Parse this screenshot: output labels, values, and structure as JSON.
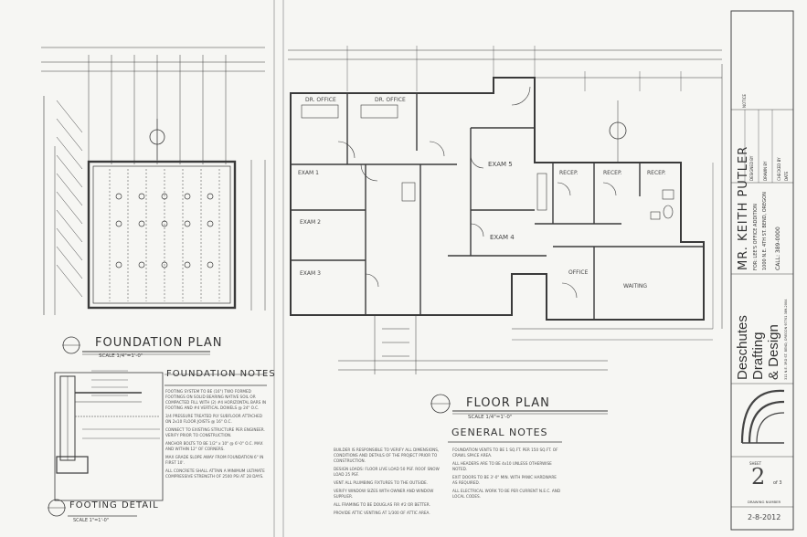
{
  "foundation": {
    "title": "FOUNDATION PLAN",
    "scale": "SCALE 1/4\"=1'-0\"",
    "notes_title": "FOUNDATION NOTES",
    "notes": [
      "FOOTING SYSTEM TO BE (16\") TWO FORMED FOOTINGS ON SOLID BEARING NATIVE SOIL OR COMPACTED FILL WITH (2) #4 HORIZONTAL BARS IN FOOTING AND #4 VERTICAL DOWELS @ 24\" O.C.",
      "3/4 PRESSURE TREATED PLY SUBFLOOR ATTACHED ON 2x10 FLOOR JOISTS @ 16\" O.C.",
      "CONNECT TO EXISTING STRUCTURE PER ENGINEER. VERIFY PRIOR TO CONSTRUCTION.",
      "ANCHOR BOLTS TO BE 1/2\" x 10\" @ 6'-0\" O.C. MAX AND WITHIN 12\" OF CORNERS.",
      "MAX GRADE SLOPE AWAY FROM FOUNDATION 6\" IN FIRST 10'.",
      "ALL CONCRETE SHALL ATTAIN A MINIMUM ULTIMATE COMPRESSIVE STRENGTH OF 2500 PSI AT 28 DAYS."
    ],
    "footing_title": "FOOTING DETAIL",
    "footing_scale": "SCALE 1\"=1'-0\""
  },
  "floor": {
    "title": "FLOOR PLAN",
    "scale": "SCALE 1/4\"=1'-0\"",
    "rooms": [
      "DR. OFFICE",
      "DR. OFFICE",
      "EXAM 1",
      "EXAM 2",
      "EXAM 3",
      "EXAM 5",
      "EXAM 4",
      "RECEP.",
      "RECEP.",
      "RECEP.",
      "OFFICE",
      "WAITING"
    ],
    "room_labels": {
      "office1": "DR. OFFICE",
      "office2": "DR. OFFICE",
      "exam1": "EXAM 1",
      "exam2": "EXAM 2",
      "exam3": "EXAM 3",
      "exam5": "EXAM 5",
      "exam4": "EXAM 4",
      "recep1": "RECEP.",
      "recep2": "RECEP.",
      "recep3": "RECEP.",
      "office3": "OFFICE",
      "waiting": "WAITING"
    },
    "general_title": "GENERAL NOTES",
    "general_notes_left": [
      "BUILDER IS RESPONSIBLE TO VERIFY ALL DIMENSIONS, CONDITIONS AND DETAILS OF THE PROJECT PRIOR TO CONSTRUCTION.",
      "DESIGN LOADS: FLOOR LIVE LOAD 50 PSF. ROOF SNOW LOAD 25 PSF.",
      "VENT ALL PLUMBING FIXTURES TO THE OUTSIDE.",
      "VERIFY WINDOW SIZES WITH OWNER AND WINDOW SUPPLIER.",
      "ALL FRAMING TO BE DOUGLAS FIR #2 OR BETTER.",
      "PROVIDE ATTIC VENTING AT 1/300 OF ATTIC AREA."
    ],
    "general_notes_right": [
      "FOUNDATION VENTS TO BE 1 SQ.FT. PER 150 SQ.FT. OF CRAWL SPACE AREA.",
      "ALL HEADERS ARE TO BE 4x10 UNLESS OTHERWISE NOTED.",
      "EXIT DOORS TO BE 3'-0\" MIN. WITH PANIC HARDWARE AS REQUIRED.",
      "ALL ELECTRICAL WORK TO BE PER CURRENT N.E.C. AND LOCAL CODES."
    ]
  },
  "titleblock": {
    "firm_line1": "Deschutes",
    "firm_line2": "Drafting",
    "firm_line3": "& Design",
    "firm_address": "311 N.E. 3RD ST.   BEND, OREGON 97701   389-2004",
    "project_name": "MR. KEITH PUTLER",
    "project_line2": "FOR: LEE'S OFFICE ADDITION",
    "project_line3": "1000 N.E. 4TH ST.  BEND, OREGON",
    "project_line4": "CALL: 389-0000",
    "designed_by_label": "DESIGNED BY",
    "drawn_by_label": "DRAWN BY",
    "checked_by_label": "CHECKED BY",
    "date_label": "DATE",
    "notice_label": "NOTICE",
    "sheet_label": "SHEET",
    "sheet_number": "2",
    "sheet_of": "of 3",
    "drawing_number_label": "DRAWING NUMBER",
    "drawing_number": "2-8-2012"
  },
  "colors": {
    "paper": "#f6f6f3",
    "line": "#3a3a3a",
    "light_line": "#8a8a8a"
  }
}
